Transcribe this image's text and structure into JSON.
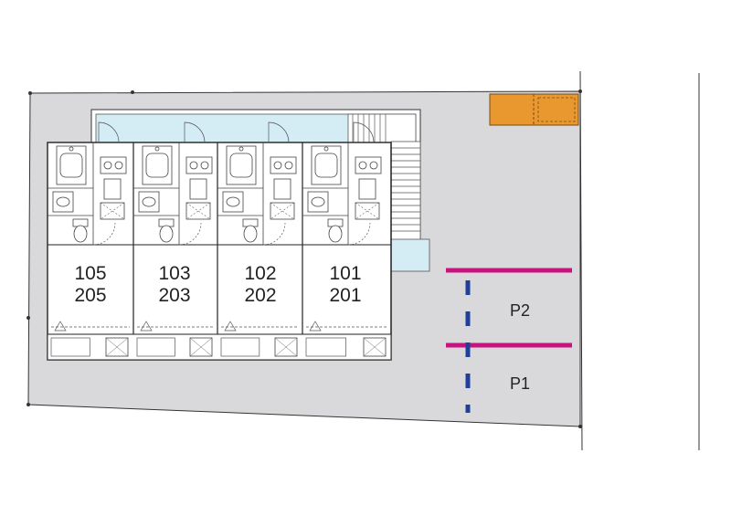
{
  "colors": {
    "site": "#d9d9db",
    "corridor": "#d4ecf4",
    "parking_line": "#c8127d",
    "parking_divider": "#1f3f99",
    "storage": "#e8982e"
  },
  "units": [
    {
      "lower": "105",
      "upper": "205"
    },
    {
      "lower": "103",
      "upper": "203"
    },
    {
      "lower": "102",
      "upper": "202"
    },
    {
      "lower": "101",
      "upper": "201"
    }
  ],
  "parking": [
    {
      "label": "P2"
    },
    {
      "label": "P1"
    }
  ]
}
